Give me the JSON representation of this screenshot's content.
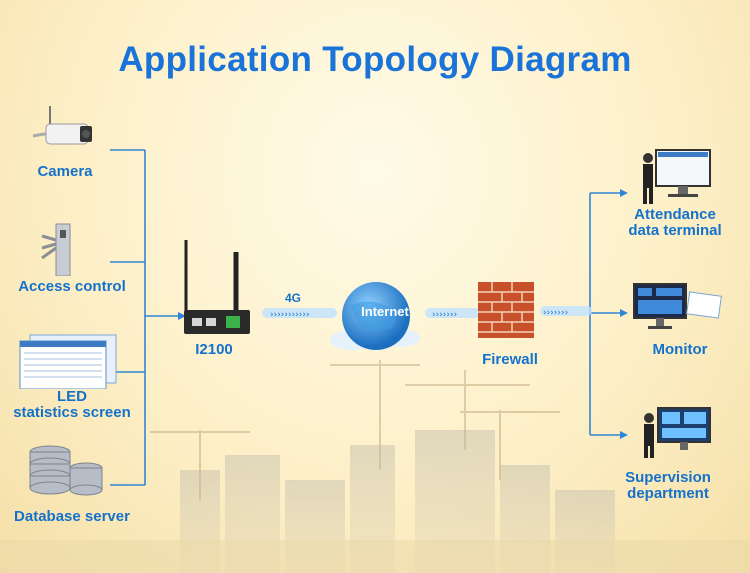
{
  "title": "Application Topology Diagram",
  "devices": {
    "camera": "Camera",
    "access_control": "Access control",
    "led_line1": "LED",
    "led_line2": "statistics screen",
    "database_server": "Database server"
  },
  "router": "I2100",
  "link_label": "4G",
  "internet": "Internet",
  "firewall": "Firewall",
  "outputs": {
    "attendance_line1": "Attendance",
    "attendance_line2": "data terminal",
    "monitor": "Monitor",
    "supervision_line1": "Supervision",
    "supervision_line2": "department"
  },
  "colors": {
    "title": "#1a73d8",
    "label": "#1572cc",
    "connector": "#2f86d6",
    "firewall_brick": "#c8502a"
  }
}
